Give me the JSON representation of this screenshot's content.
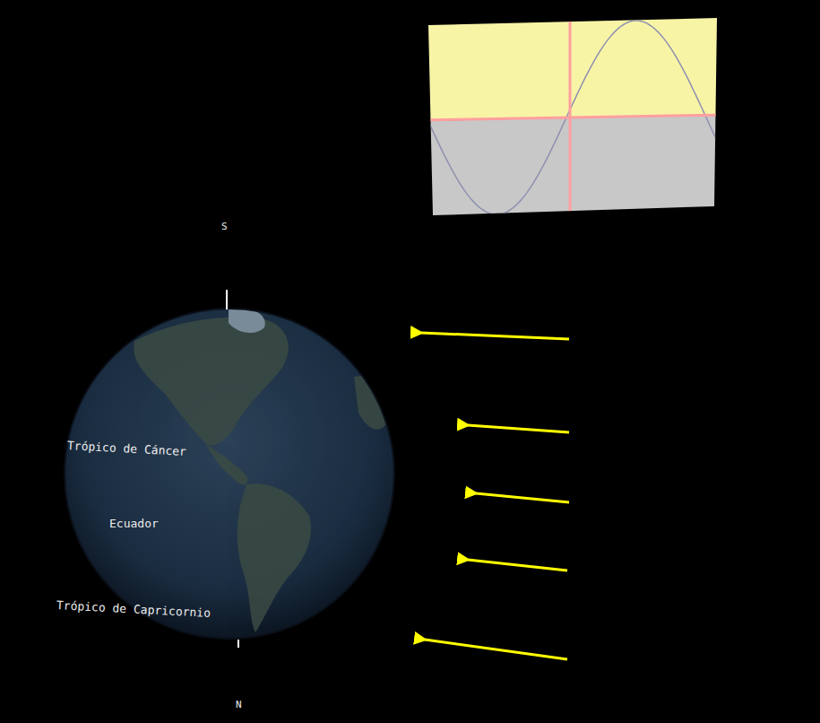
{
  "diagram": {
    "labels": [
      "S",
      "Trópico de Cáncer",
      "Ecuador",
      "Trópico de Capricornio",
      "N"
    ]
  }
}
